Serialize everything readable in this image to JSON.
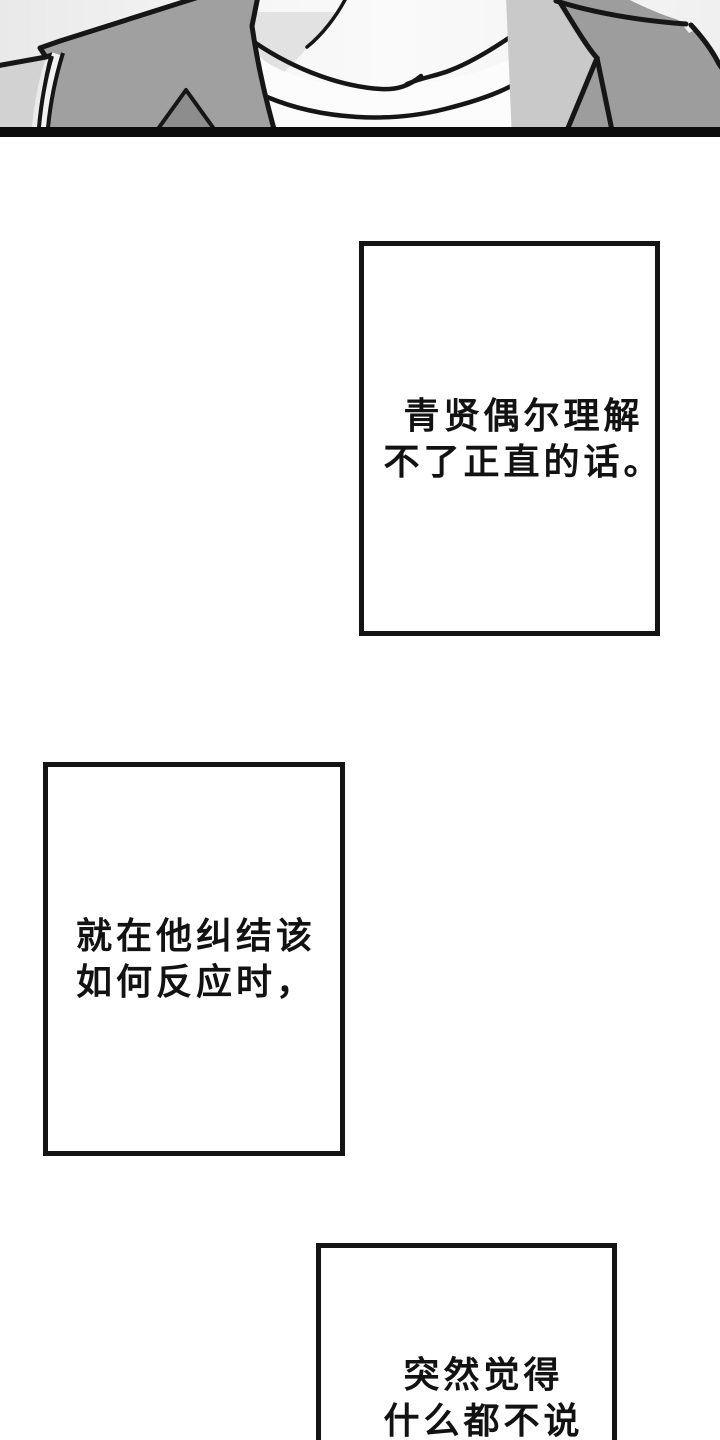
{
  "page": {
    "type": "comic-page",
    "background_color": "#ffffff",
    "text_color": "#121212"
  },
  "artwork_panel": {
    "subject": "torso-closeup-jacket-and-bandaged-neck",
    "colors": {
      "outline": "#161616",
      "panel_border": "#0c0c0c",
      "jacket_gray": "#9e9e9e",
      "lapel_light_gray": "#c9c9c9",
      "left_side_gray": "#d2d2d2",
      "background_light": "#ececec",
      "neck_shade": "#e2e2e2",
      "collar_white": "#fcfcfc",
      "collar_point_dark": "#8d8d8d"
    }
  },
  "captions": [
    {
      "lines": [
        "青贤偶尔理解",
        "不了正直的话。"
      ]
    },
    {
      "lines": [
        "就在他纠结该",
        "如何反应时，"
      ]
    },
    {
      "lines": [
        "突然觉得",
        "什么都不说"
      ]
    }
  ]
}
